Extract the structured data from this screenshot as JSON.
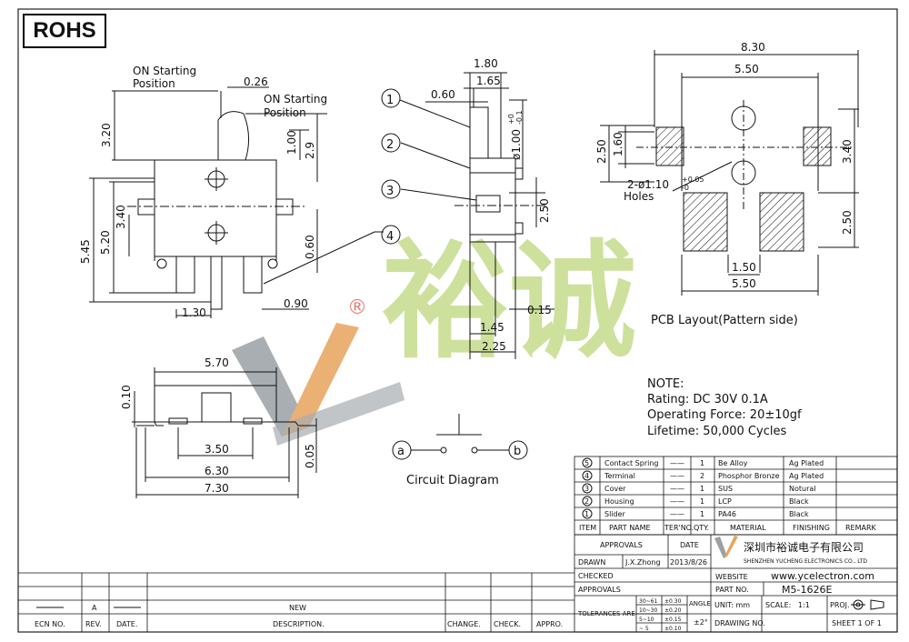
{
  "badge": "ROHS",
  "colors": {
    "logo_green": "#c5dc8c",
    "logo_gray": "#9aa0a4",
    "logo_orange": "#e8a35c",
    "registered_red": "#e06b5a"
  },
  "logo": {
    "text": "裕诚",
    "registered": "®"
  },
  "front_view": {
    "on_start_1": "ON Starting",
    "on_start_1b": "Position",
    "on_start_2": "ON Starting",
    "on_start_2b": "Position",
    "d_026": "0.26",
    "d_320": "3.20",
    "d_100": "1.00",
    "d_29": "2.9",
    "d_545": "5.45",
    "d_520": "5.20",
    "d_340": "3.40",
    "d_060": "0.60",
    "d_130": "1.30",
    "d_090": "0.90"
  },
  "side_view": {
    "d_180": "1.80",
    "d_165": "1.65",
    "d_060": "0.60",
    "d_100": "ø1.00",
    "d_100_tol_plus": "+0",
    "d_100_tol_minus": "-0.1",
    "d_250": "2.50",
    "d_015": "0.15",
    "d_145": "1.45",
    "d_225": "2.25",
    "callouts": [
      "1",
      "2",
      "3",
      "4"
    ]
  },
  "bottom_view": {
    "d_570": "5.70",
    "d_010": "0.10",
    "d_350": "3.50",
    "d_005": "0.05",
    "d_630": "6.30",
    "d_730": "7.30"
  },
  "pcb": {
    "d_830": "8.30",
    "d_550_top": "5.50",
    "d_250_l": "2.50",
    "d_160": "1.60",
    "d_340": "3.40",
    "holes": "2-ø1.10",
    "holes_tol_plus": "+0.05",
    "holes_tol_minus": "-0",
    "holes_label": "Holes",
    "d_250_r": "2.50",
    "d_150": "1.50",
    "d_550_bot": "5.50",
    "caption": "PCB Layout(Pattern side)"
  },
  "notes": {
    "title": "NOTE:",
    "rating": "Rating: DC 30V 0.1A",
    "force": "Operating Force: 20±10gf",
    "lifetime": "Lifetime:  50,000 Cycles"
  },
  "circuit": {
    "a": "a",
    "b": "b",
    "caption": "Circuit Diagram"
  },
  "bom": {
    "rows": [
      {
        "no": "5",
        "part": "Contact Spring",
        "ter": "——",
        "qty": "1",
        "material": "Be Alloy",
        "finishing": "Ag Plated",
        "remark": ""
      },
      {
        "no": "4",
        "part": "Terminal",
        "ter": "——",
        "qty": "2",
        "material": "Phosphor Bronze",
        "finishing": "Ag Plated",
        "remark": ""
      },
      {
        "no": "3",
        "part": "Cover",
        "ter": "——",
        "qty": "1",
        "material": "SUS",
        "finishing": "Notural",
        "remark": ""
      },
      {
        "no": "2",
        "part": "Housing",
        "ter": "——",
        "qty": "1",
        "material": "LCP",
        "finishing": "Black",
        "remark": ""
      },
      {
        "no": "1",
        "part": "Slider",
        "ter": "——",
        "qty": "1",
        "material": "PA46",
        "finishing": "Black",
        "remark": ""
      }
    ],
    "headers": {
      "item": "ITEM",
      "part": "PART NAME",
      "ter": "TER'NO.",
      "qty": "QTY.",
      "material": "MATERIAL",
      "finishing": "FINISHING",
      "remark": "REMARK"
    }
  },
  "title_block": {
    "approvals": "APPROVALS",
    "date": "DATE",
    "drawn": "DRAWN",
    "drawn_by": "J.X.Zhong",
    "drawn_date": "2013/8/26",
    "checked": "CHECKED",
    "approvals2": "APPROVALS",
    "company_cn": "深圳市裕诚电子有限公司",
    "company_en": "SHENZHEN YUCHENG ELECTRONICS CO., LTD",
    "website_label": "WEBSITE",
    "website": "www.ycelectron.com",
    "partno_label": "PART NO.",
    "partno": "M5-1626E",
    "tolerances_label": "TOLERANCES ARE",
    "tol": [
      {
        "r": "30~61",
        "v": "±0.30"
      },
      {
        "r": "10~30",
        "v": "±0.20"
      },
      {
        "r": "5~10",
        "v": "±0.15"
      },
      {
        "r": "~ 5",
        "v": "±0.10"
      }
    ],
    "angle": "ANGLE",
    "angle_val": "±2°",
    "unit": "UNIT: mm",
    "scale": "SCALE:",
    "scale_val": "1:1",
    "proj": "PROJ.",
    "drawing_no": "DRAWING NO.",
    "sheet": "SHEET  1  OF  1"
  },
  "revision": {
    "row_rev": "A",
    "row_desc": "NEW",
    "headers": {
      "ecn": "ECN NO.",
      "rev": "REV.",
      "date": "DATE.",
      "desc": "DESCRIPTION.",
      "change": "CHANGE.",
      "check": "CHECK.",
      "appro": "APPRO."
    }
  }
}
